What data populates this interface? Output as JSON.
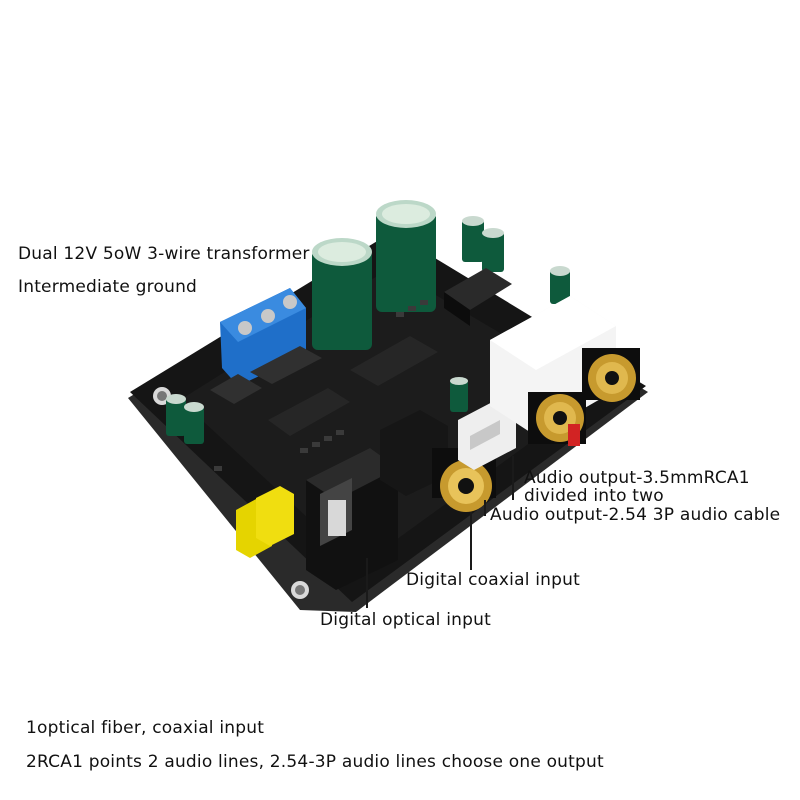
{
  "labels": {
    "transformer": "Dual 12V 5oW 3-wire transformer",
    "ground": "Intermediate ground",
    "rca_out_1": "Audio output-3.5mmRCA1",
    "rca_out_2": "divided into two",
    "cable_out": "Audio output-2.54 3P audio cable",
    "coax_in": "Digital coaxial input",
    "optical_in": "Digital optical input",
    "note_1": "1optical fiber, coaxial input",
    "note_2": "2RCA1 points 2 audio lines, 2.54-3P audio lines choose one output"
  }
}
